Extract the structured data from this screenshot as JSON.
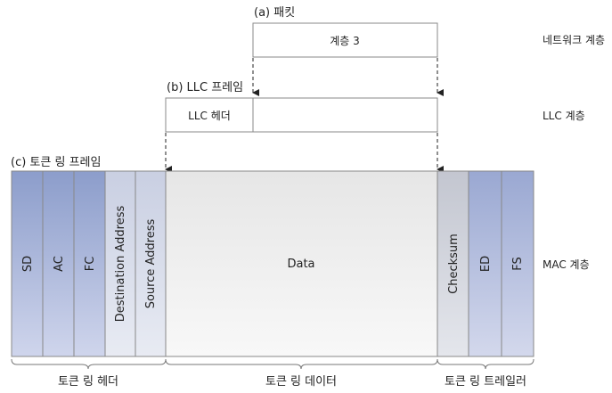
{
  "packet": {
    "label": "(a) 패킷",
    "box_text": "계층 3"
  },
  "llc_frame": {
    "label": "(b) LLC 프레임",
    "header_text": "LLC 헤더"
  },
  "token_ring_frame": {
    "label": "(c) 토큰 링 프레임",
    "header_fields": [
      "SD",
      "AC",
      "FC",
      "Destination Address",
      "Source Address"
    ],
    "data_field": "Data",
    "trailer_fields": [
      "Checksum",
      "ED",
      "FS"
    ]
  },
  "layers": {
    "network": "네트워크 계층",
    "llc": "LLC 계층",
    "mac": "MAC 계층"
  },
  "braces": {
    "header": "토큰 링 헤더",
    "data": "토큰 링 데이터",
    "trailer": "토큰 링 트레일러"
  },
  "colors": {
    "box_stroke": "#888888",
    "header_fill_top": "#8fa0cc",
    "header_fill_bottom": "#c9d0ea",
    "source_fill": "#d6dbe9",
    "data_fill": "#eeeeee",
    "trailer_fill": "#c8cad4"
  }
}
